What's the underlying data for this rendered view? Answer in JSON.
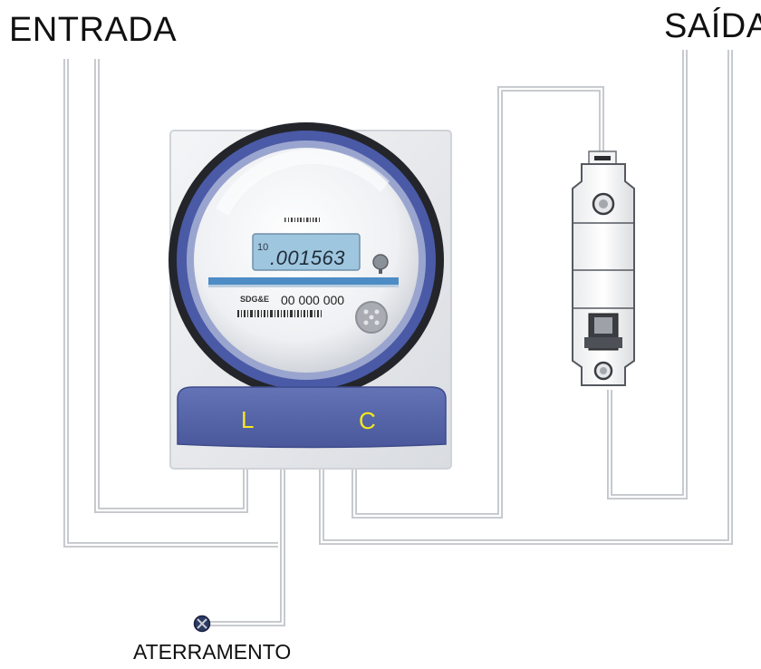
{
  "labels": {
    "input": "ENTRADA",
    "output": "SAÍDA",
    "ground": "ATERRAMENTO"
  },
  "meter": {
    "display_prefix": "10",
    "display_reading": ".001563",
    "brand": "SDG&E",
    "serial": "00 000 000",
    "terminal_line": "L",
    "terminal_load": "C"
  },
  "colors": {
    "wire": "#c4c7cc",
    "terminal_band": "#5665a8",
    "terminal_text": "#f5e81a",
    "meter_ring": "#4a5aa6",
    "lcd": "#9fc6df"
  }
}
